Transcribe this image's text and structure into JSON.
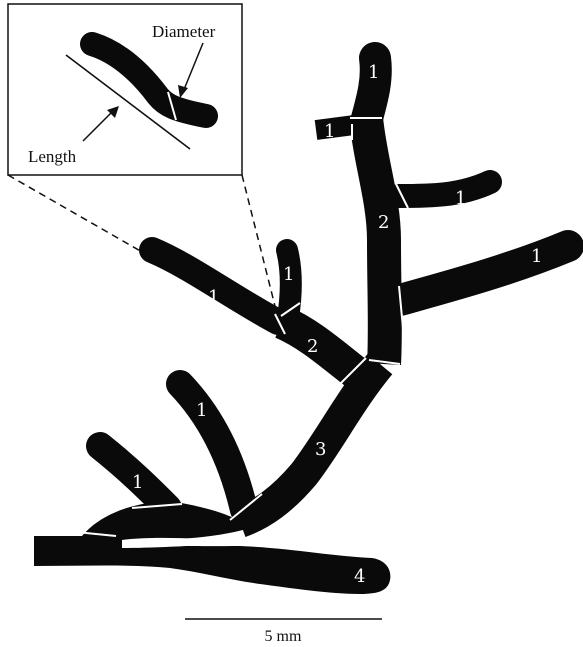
{
  "inset": {
    "diameter_label": "Diameter",
    "length_label": "Length"
  },
  "orders": {
    "top": "1",
    "left_stub": "1",
    "upper_right_side": "1",
    "lower_right_side": "1",
    "center_trunk": "2",
    "left_upper_branch": "1",
    "small_middle_branch": "1",
    "middle_joint": "2",
    "lower_trunk": "3",
    "lower_left_branch": "1",
    "far_lower_left": "1",
    "bottom_main": "4"
  },
  "scale_bar": {
    "label": "5 mm"
  }
}
